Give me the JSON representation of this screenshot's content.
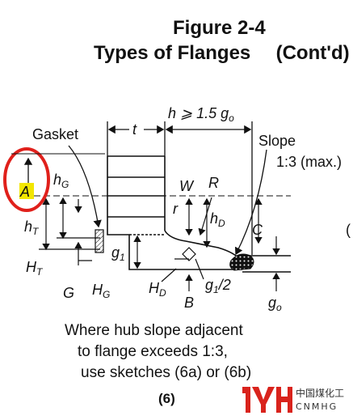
{
  "figure": {
    "number": "Figure 2-4",
    "title": "Types of Flanges",
    "cont": "(Cont'd)"
  },
  "labels": {
    "gasket": "Gasket",
    "t": "t",
    "h_constraint": "h ⩾ 1.5 g",
    "h_constraint_sub": "o",
    "slope": "Slope",
    "slope_max": "1:3 (max.)",
    "A": "A",
    "hG": "h",
    "hG_sub": "G",
    "W": "W",
    "R": "R",
    "r": "r",
    "hD": "h",
    "hD_sub": "D",
    "C": "C",
    "hT": "h",
    "hT_sub": "T",
    "g1": "g",
    "g1_sub": "1",
    "HT": "H",
    "HT_sub": "T",
    "G": "G",
    "HG": "H",
    "HG_sub": "G",
    "HD": "H",
    "HD_sub": "D",
    "B": "B",
    "g1_half": "g",
    "g1_half_sub": "1",
    "g1_half_tail": "/2",
    "go": "g",
    "go_sub": "o",
    "right_paren": "("
  },
  "caption": {
    "line1": "Where hub slope adjacent",
    "line2": "to flange exceeds 1:3,",
    "line3": "use sketches (6a) or (6b)",
    "sketch_number": "(6)"
  },
  "watermark": {
    "chinese": "中国煤化工",
    "latin": "CNMHG"
  },
  "colors": {
    "highlight_circle": "#e0201b",
    "highlight_fill": "#f2e600",
    "ink": "#111111",
    "watermark_red": "#d9231c"
  }
}
